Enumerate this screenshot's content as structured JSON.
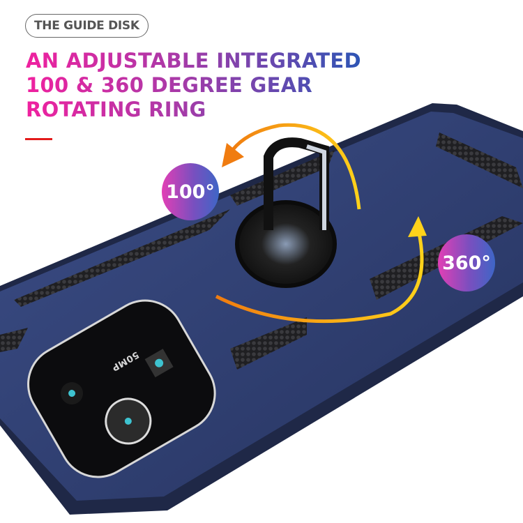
{
  "tag": "THE GUIDE DISK",
  "headline": [
    "AN ADJUSTABLE INTEGRATED",
    "100 & 360 DEGREE GEAR",
    "ROTATING RING"
  ],
  "badges": {
    "left": "100°",
    "right": "360°"
  },
  "product_lettering": "50MP",
  "colors": {
    "case": "#2f3f73",
    "accent_red": "#e31b1b",
    "arrow": "#f5a010",
    "gradient_start": "#f0219f",
    "gradient_end": "#2d55b5"
  }
}
